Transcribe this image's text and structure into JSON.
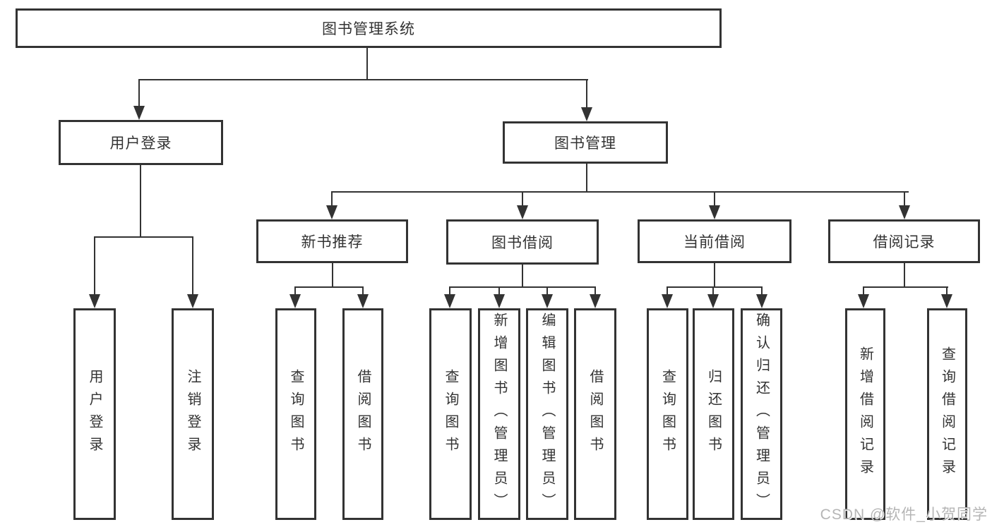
{
  "title": "图书管理系统",
  "watermark": "CSDN @软件_小贺同学",
  "colors": {
    "line": "#333333",
    "box_border": "#333333",
    "text": "#333333",
    "background": "#ffffff",
    "watermark": "#b5b5b5"
  },
  "nodes": {
    "root": {
      "label": "图书管理系统"
    },
    "user_login": {
      "label": "用户登录"
    },
    "book_mgmt": {
      "label": "图书管理"
    },
    "new_book_rec": {
      "label": "新书推荐"
    },
    "book_borrow": {
      "label": "图书借阅"
    },
    "current_borrow": {
      "label": "当前借阅"
    },
    "borrow_records": {
      "label": "借阅记录"
    },
    "leaf_user_login": {
      "label": "用户登录"
    },
    "leaf_logout": {
      "label": "注销登录"
    },
    "leaf_query_book_rec": {
      "label": "查询图书"
    },
    "leaf_borrow_book_rec": {
      "label": "借阅图书"
    },
    "leaf_query_book_borrow": {
      "label": "查询图书"
    },
    "leaf_add_book": {
      "label": "新增图书（管理员）"
    },
    "leaf_edit_book": {
      "label": "编辑图书（管理员）"
    },
    "leaf_borrow_book_borrow": {
      "label": "借阅图书"
    },
    "leaf_query_book_current": {
      "label": "查询图书"
    },
    "leaf_return_book": {
      "label": "归还图书"
    },
    "leaf_confirm_return": {
      "label": "确认归还（管理员）"
    },
    "leaf_add_borrow_record": {
      "label": "新增借阅记录"
    },
    "leaf_query_borrow_record": {
      "label": "查询借阅记录"
    }
  },
  "edges": [
    [
      "root",
      "user_login"
    ],
    [
      "root",
      "book_mgmt"
    ],
    [
      "user_login",
      "leaf_user_login"
    ],
    [
      "user_login",
      "leaf_logout"
    ],
    [
      "book_mgmt",
      "new_book_rec"
    ],
    [
      "book_mgmt",
      "book_borrow"
    ],
    [
      "book_mgmt",
      "current_borrow"
    ],
    [
      "book_mgmt",
      "borrow_records"
    ],
    [
      "new_book_rec",
      "leaf_query_book_rec"
    ],
    [
      "new_book_rec",
      "leaf_borrow_book_rec"
    ],
    [
      "book_borrow",
      "leaf_query_book_borrow"
    ],
    [
      "book_borrow",
      "leaf_add_book"
    ],
    [
      "book_borrow",
      "leaf_edit_book"
    ],
    [
      "book_borrow",
      "leaf_borrow_book_borrow"
    ],
    [
      "current_borrow",
      "leaf_query_book_current"
    ],
    [
      "current_borrow",
      "leaf_return_book"
    ],
    [
      "current_borrow",
      "leaf_confirm_return"
    ],
    [
      "borrow_records",
      "leaf_add_borrow_record"
    ],
    [
      "borrow_records",
      "leaf_query_borrow_record"
    ]
  ]
}
